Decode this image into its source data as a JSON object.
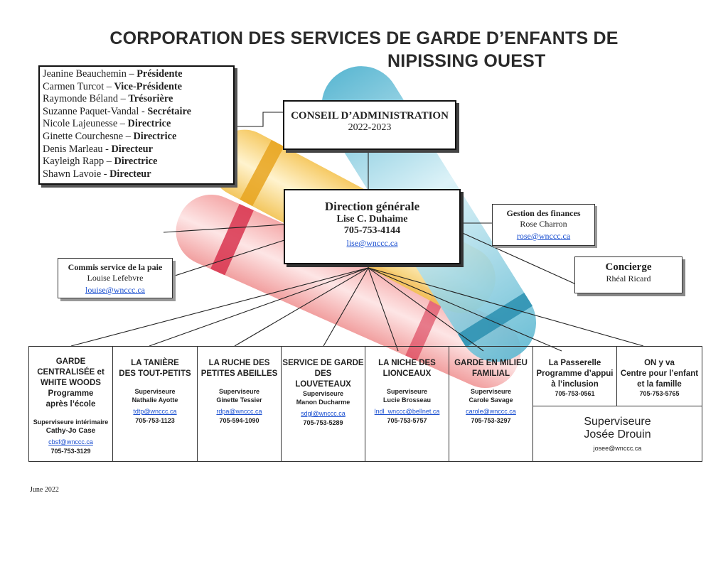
{
  "title": {
    "line1": "CORPORATION DES SERVICES DE GARDE D’ENFANTS DE",
    "line2": "NIPISSING OUEST"
  },
  "board_members": [
    {
      "name": "Jeanine Beauchemin",
      "sep": " – ",
      "role": "Présidente"
    },
    {
      "name": "Carmen Turcot",
      "sep": " – ",
      "role": "Vice-Présidente"
    },
    {
      "name": "Raymonde Béland",
      "sep": " – ",
      "role": "Trésorière"
    },
    {
      "name": "Suzanne Paquet-Vandal",
      "sep": " - ",
      "role": "Secrétaire"
    },
    {
      "name": "Nicole Lajeunesse",
      "sep": " – ",
      "role": "Directrice"
    },
    {
      "name": "Ginette Courchesne",
      "sep": " – ",
      "role": "Directrice"
    },
    {
      "name": "Denis Marleau",
      "sep": " - ",
      "role": "Directeur"
    },
    {
      "name": "Kayleigh Rapp",
      "sep": " – ",
      "role": "Directrice"
    },
    {
      "name": "Shawn Lavoie",
      "sep": " - ",
      "role": "Directeur"
    }
  ],
  "conseil": {
    "heading": "CONSEIL D’ADMINISTRATION",
    "years": "2022-2023"
  },
  "direction": {
    "heading": "Direction générale",
    "name": "Lise C. Duhaime",
    "phone": "705-753-4144",
    "email": "lise@wnccc.ca"
  },
  "finances": {
    "heading": "Gestion des finances",
    "name": "Rose Charron",
    "email": "rose@wnccc.ca"
  },
  "concierge": {
    "heading": "Concierge",
    "name": "Rhéal Ricard"
  },
  "paie": {
    "heading": "Commis service de la paie",
    "name": "Louise Lefebvre",
    "email": "louise@wnccc.ca"
  },
  "programs": {
    "garde": {
      "title": [
        "GARDE",
        "CENTRALISÉE et",
        "WHITE WOODS",
        "Programme",
        "après l’école"
      ],
      "role": "Superviseure intérimaire",
      "name": "Cathy-Jo  Case",
      "email": "cbsf@wnccc.ca",
      "phone": "705-753-3129"
    },
    "taniere": {
      "title": [
        "LA TANIÈRE",
        "DES TOUT-PETITS"
      ],
      "role": "Superviseure",
      "name": "Nathalie Ayotte",
      "email": "tdtp@wnccc.ca",
      "phone": "705-753-1123"
    },
    "ruche": {
      "title": [
        "LA RUCHE DES",
        "PETITES ABEILLES"
      ],
      "role": "Superviseure",
      "name": "Ginette Tessier",
      "email": "rdpa@wnccc.ca",
      "phone": "705-594-1090"
    },
    "louveteaux": {
      "title": [
        "SERVICE DE GARDE",
        "DES",
        "LOUVETEAUX"
      ],
      "role": "Superviseure",
      "name": "Manon Ducharme",
      "email": "sdgl@wnccc.ca",
      "phone": "705-753-5289"
    },
    "niche": {
      "title": [
        "LA NICHE DES",
        "LIONCEAUX"
      ],
      "role": "Superviseure",
      "name": "Lucie Brosseau",
      "email": "lndl_wnccc@bellnet.ca",
      "phone": "705-753-5757"
    },
    "familial": {
      "title": [
        "GARDE EN MILIEU",
        "FAMILIAL"
      ],
      "role": "Superviseure",
      "name": "Carole Savage",
      "email": "carole@wnccc.ca",
      "phone": "705-753-3297"
    },
    "passerelle": {
      "title": [
        "La Passerelle",
        "Programme d’appui",
        "à l’inclusion"
      ],
      "phone": "705-753-0561"
    },
    "onyva": {
      "title": [
        "ON y va",
        "Centre pour l’enfant",
        "et la famille"
      ],
      "phone": "705-753-5765"
    },
    "shared": {
      "role": "Superviseure",
      "name": "Josée Drouin",
      "email": "josee@wnccc.ca"
    }
  },
  "date": "June 2022",
  "colors": {
    "link": "#1a4fd0",
    "crayon_blue": "#6ec3dc",
    "crayon_yellow": "#f7d36a",
    "crayon_red": "#ee8a8a"
  }
}
